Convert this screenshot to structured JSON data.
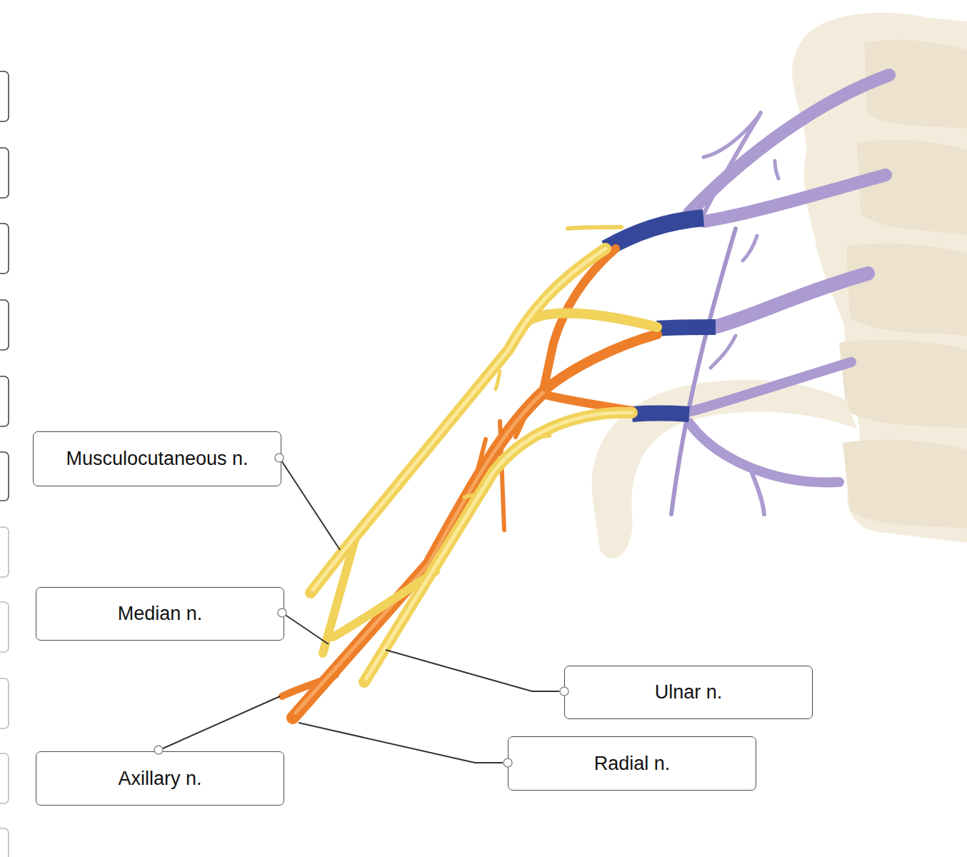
{
  "diagram": {
    "nodes": [
      {
        "text": [
          "Musculocutaneous n."
        ]
      },
      {
        "text": [
          "Median n."
        ]
      },
      {
        "text": [
          "Ulnar n."
        ]
      },
      {
        "text": [
          "Radial n."
        ]
      },
      {
        "text": [
          "Axillary n."
        ]
      }
    ]
  }
}
